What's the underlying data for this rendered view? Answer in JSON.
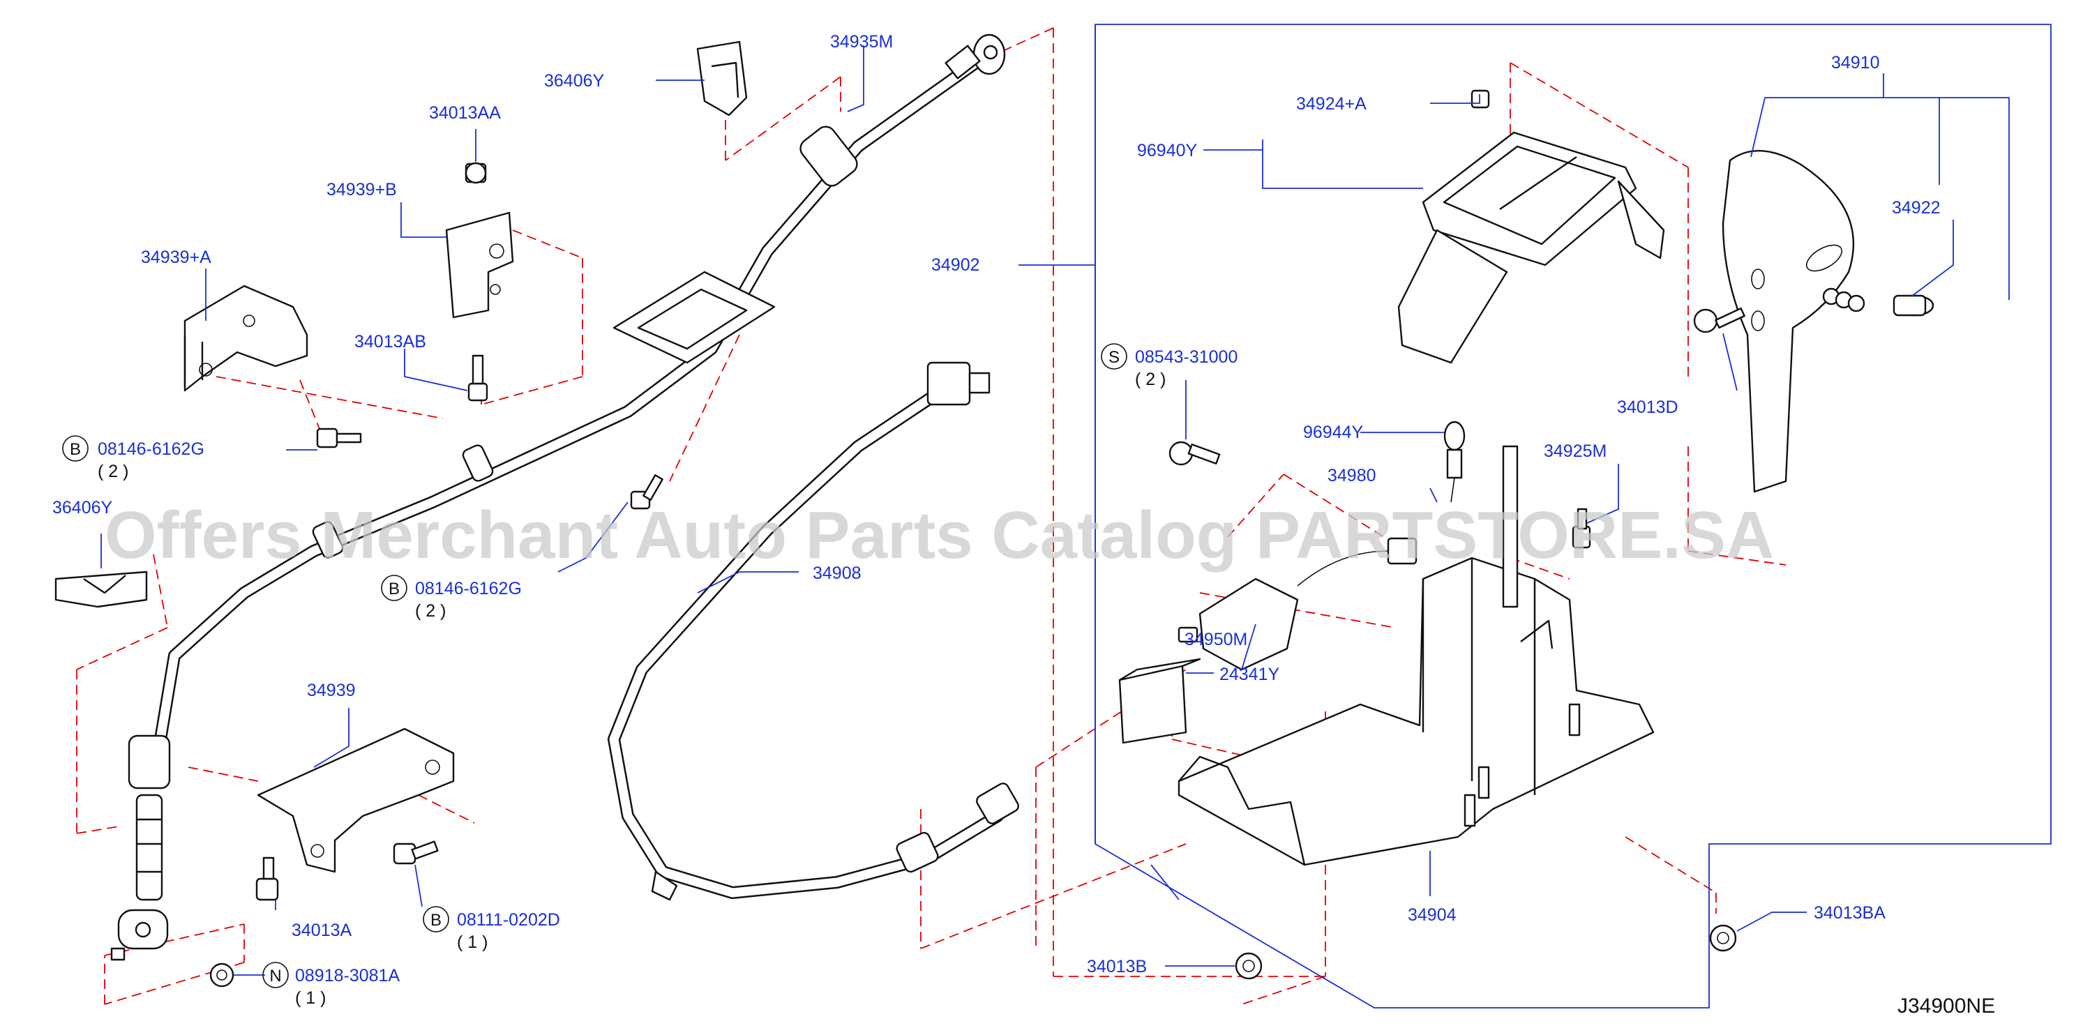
{
  "diagram": {
    "reference_code": "J34900NE",
    "watermark": "Offers Merchant Auto Parts Catalog PARTSTORE.SA",
    "colors": {
      "label": "#1a2fd6",
      "leader": "#1a2fd6",
      "dashed_guides": "#e00000",
      "parts": "#111111",
      "watermark": "#c9c9c9"
    },
    "labels": {
      "p34935M": "34935M",
      "p36406Y_top": "36406Y",
      "p34013AA": "34013AA",
      "p34939B": "34939+B",
      "p34939A": "34939+A",
      "p34013AB": "34013AB",
      "p08146_top": "08146-6162G",
      "p08146_top_qty": "( 2 )",
      "p36406Y_left": "36406Y",
      "p08146_mid": "08146-6162G",
      "p08146_mid_qty": "( 2 )",
      "p34908": "34908",
      "p34939": "34939",
      "p34013A": "34013A",
      "p08111": "08111-0202D",
      "p08111_qty": "( 1 )",
      "p08918": "08918-3081A",
      "p08918_qty": "( 1 )",
      "p34902": "34902",
      "p34924A": "34924+A",
      "p96940Y": "96940Y",
      "p34910": "34910",
      "p34922": "34922",
      "p34013D": "34013D",
      "p08543": "08543-31000",
      "p08543_qty": "( 2 )",
      "p96944Y": "96944Y",
      "p34980": "34980",
      "p34925M": "34925M",
      "p34950M": "34950M",
      "p24341Y": "24341Y",
      "p34904": "34904",
      "p34013BA": "34013BA",
      "p34013B": "34013B"
    },
    "prefix_symbols": {
      "b1": "B",
      "b2": "B",
      "b3": "B",
      "s1": "S",
      "n1": "N"
    }
  }
}
